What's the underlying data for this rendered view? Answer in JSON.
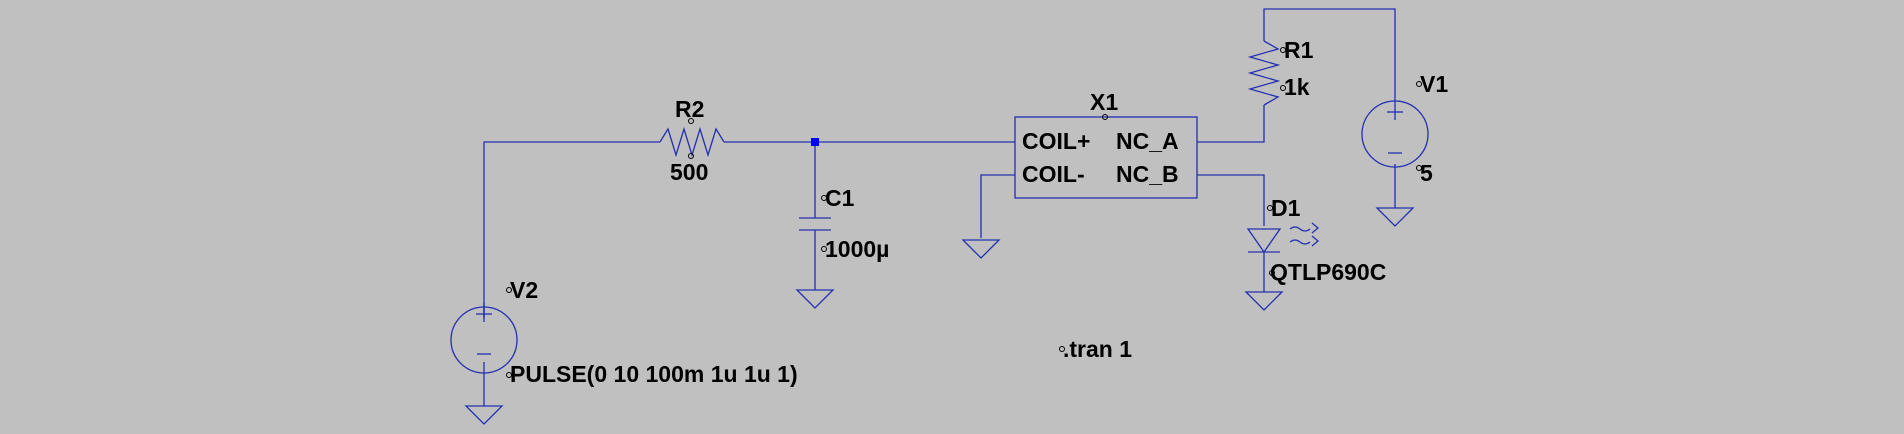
{
  "colors": {
    "background": "#c0c0c0",
    "wire": "#2330b0",
    "junction": "#0000ff",
    "text": "#000000"
  },
  "components": {
    "v2": {
      "name": "V2",
      "value": "PULSE(0 10 100m 1u 1u 1)"
    },
    "r2": {
      "name": "R2",
      "value": "500"
    },
    "c1": {
      "name": "C1",
      "value": "1000µ"
    },
    "x1": {
      "name": "X1",
      "pins": {
        "coil_plus": "COIL+",
        "coil_minus": "COIL-",
        "nc_a": "NC_A",
        "nc_b": "NC_B"
      }
    },
    "r1": {
      "name": "R1",
      "value": "1k"
    },
    "v1": {
      "name": "V1",
      "value": "5"
    },
    "d1": {
      "name": "D1",
      "value": "QTLP690C"
    }
  },
  "directive": ".tran 1"
}
